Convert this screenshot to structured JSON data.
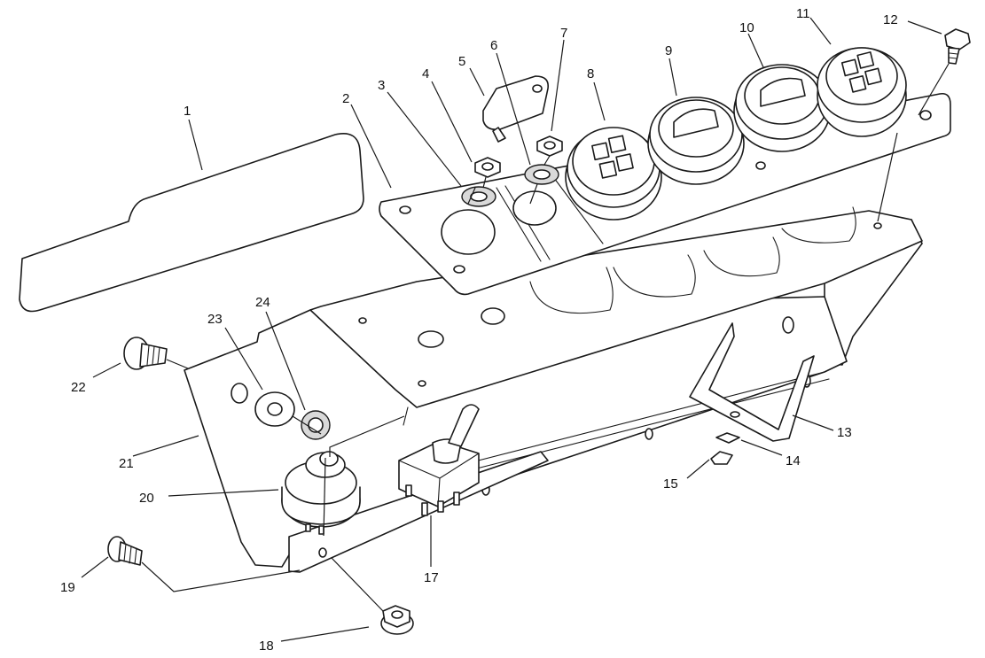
{
  "callouts": [
    {
      "id": "1",
      "label": "1"
    },
    {
      "id": "2",
      "label": "2"
    },
    {
      "id": "3",
      "label": "3"
    },
    {
      "id": "4",
      "label": "4"
    },
    {
      "id": "5",
      "label": "5"
    },
    {
      "id": "6",
      "label": "6"
    },
    {
      "id": "7",
      "label": "7"
    },
    {
      "id": "8",
      "label": "8"
    },
    {
      "id": "9",
      "label": "9"
    },
    {
      "id": "10",
      "label": "10"
    },
    {
      "id": "11",
      "label": "11"
    },
    {
      "id": "12",
      "label": "12"
    },
    {
      "id": "13",
      "label": "13"
    },
    {
      "id": "14",
      "label": "14"
    },
    {
      "id": "15",
      "label": "15"
    },
    {
      "id": "17",
      "label": "17"
    },
    {
      "id": "18",
      "label": "18"
    },
    {
      "id": "19",
      "label": "19"
    },
    {
      "id": "20",
      "label": "20"
    },
    {
      "id": "21",
      "label": "21"
    },
    {
      "id": "22",
      "label": "22"
    },
    {
      "id": "23",
      "label": "23"
    },
    {
      "id": "24",
      "label": "24"
    }
  ],
  "colors": {
    "line": "#1a1a1a",
    "background": "#ffffff",
    "shade": "#d9d9d9"
  }
}
